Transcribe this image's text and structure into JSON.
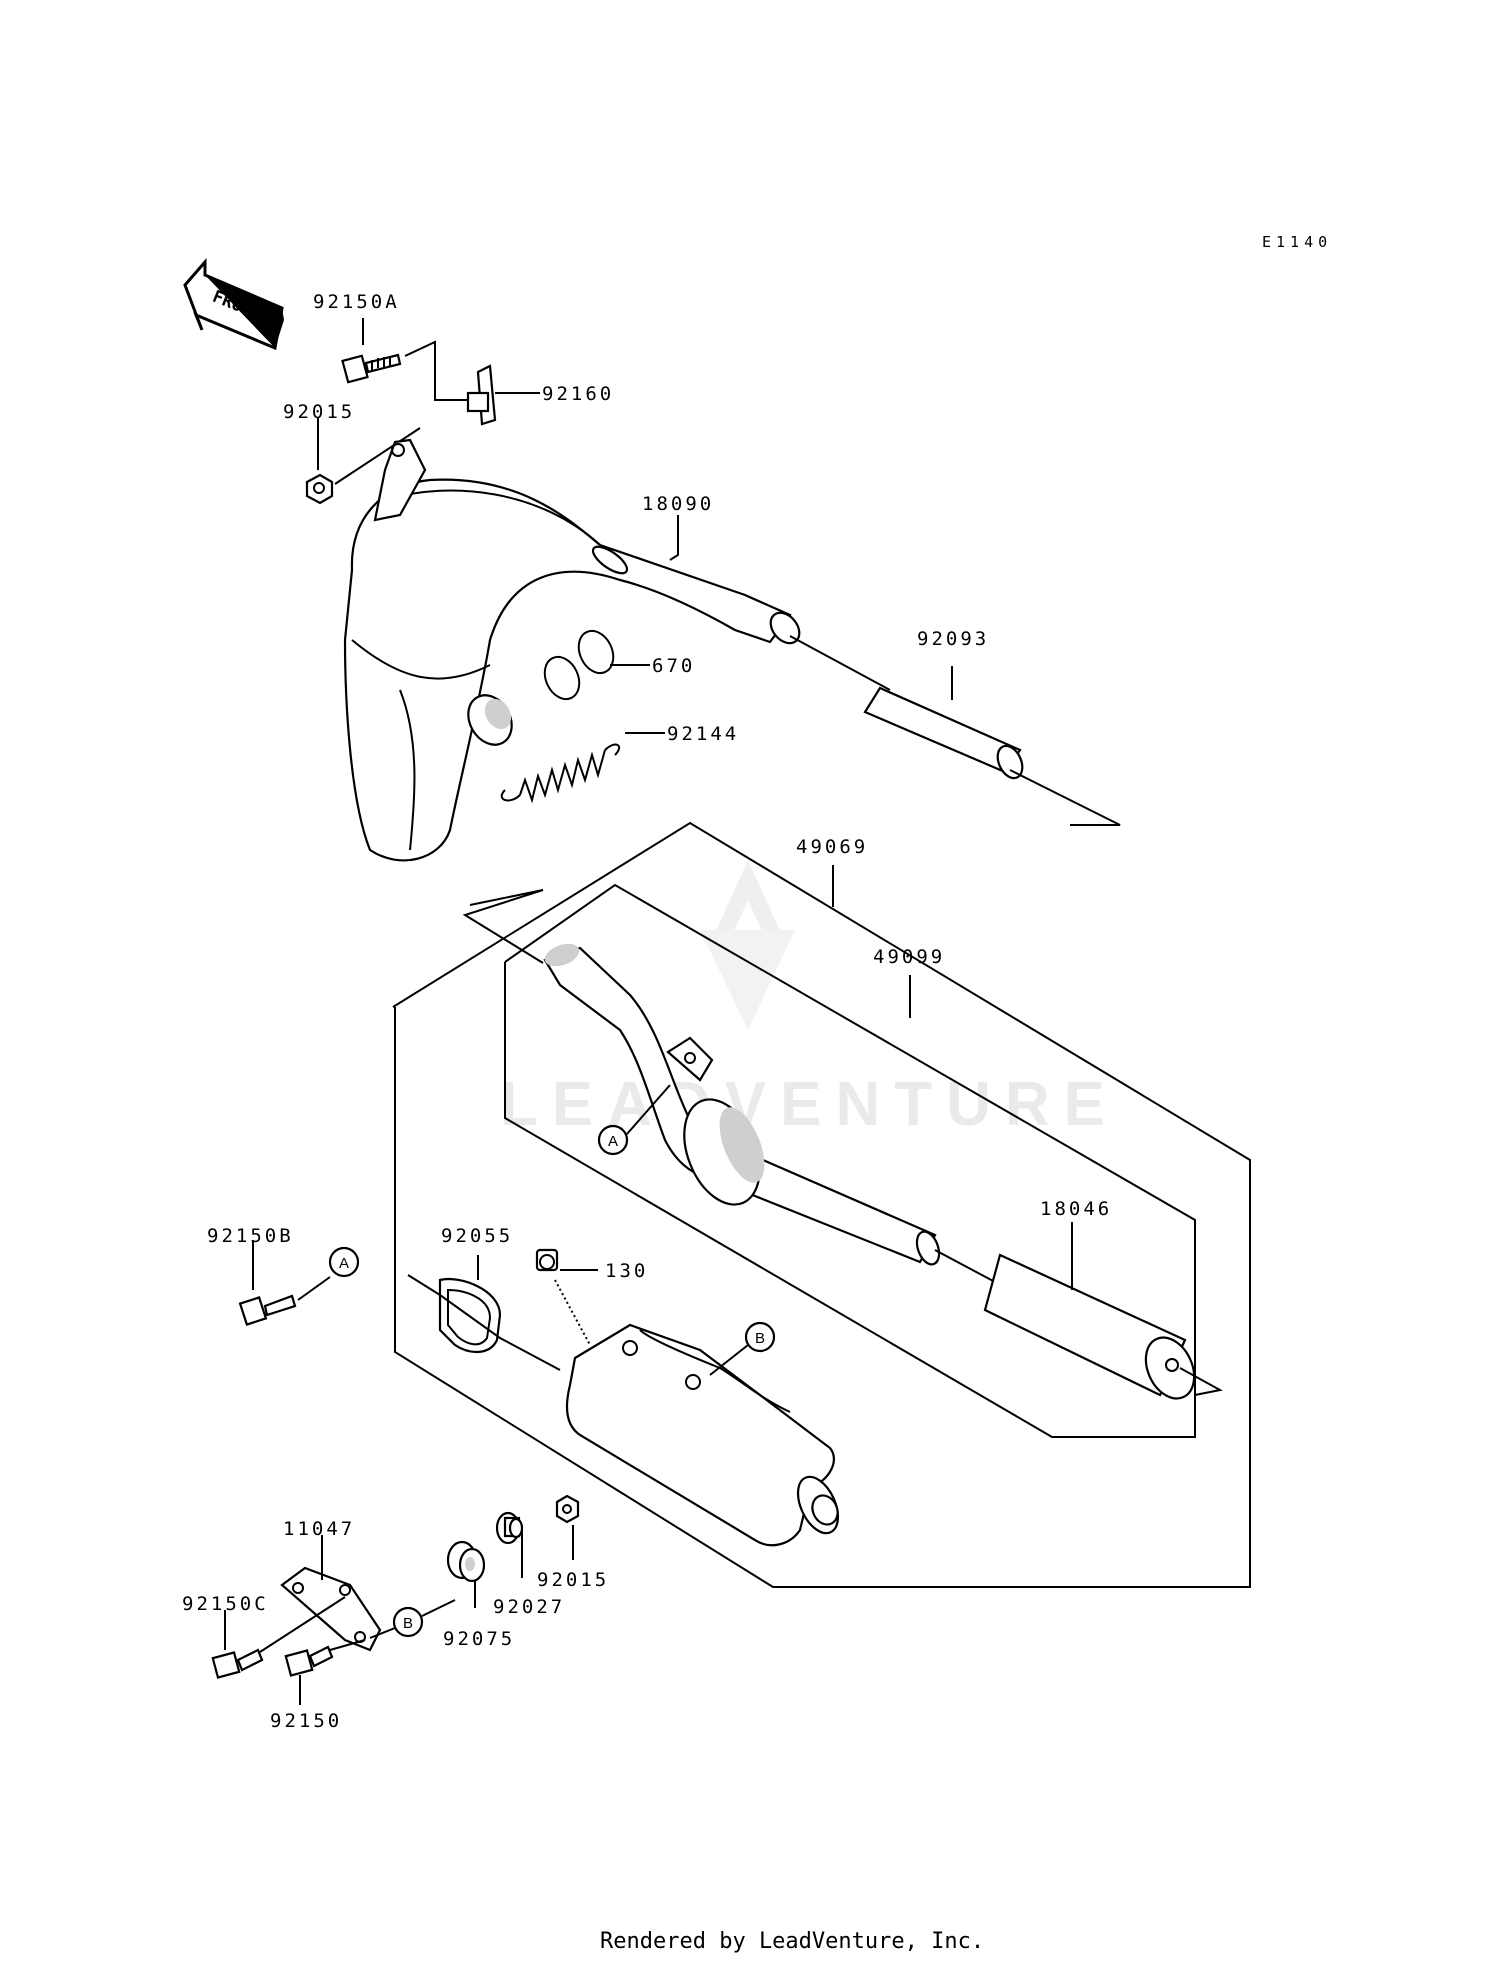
{
  "diagram_code": "E1140",
  "front_label": "FRONT",
  "footer": "Rendered by LeadVenture, Inc.",
  "watermark": "LEADVENTURE",
  "callouts": {
    "a": "A",
    "b": "B"
  },
  "parts": {
    "p92150A": "92150A",
    "p92160": "92160",
    "p92015_top": "92015",
    "p18090": "18090",
    "p92093": "92093",
    "p670": "670",
    "p92144": "92144",
    "p49069": "49069",
    "p49099": "49099",
    "p18046": "18046",
    "p92150B": "92150B",
    "p92055": "92055",
    "p130": "130",
    "p11047": "11047",
    "p92150C": "92150C",
    "p92150": "92150",
    "p92075": "92075",
    "p92027": "92027",
    "p92015_bottom": "92015"
  }
}
